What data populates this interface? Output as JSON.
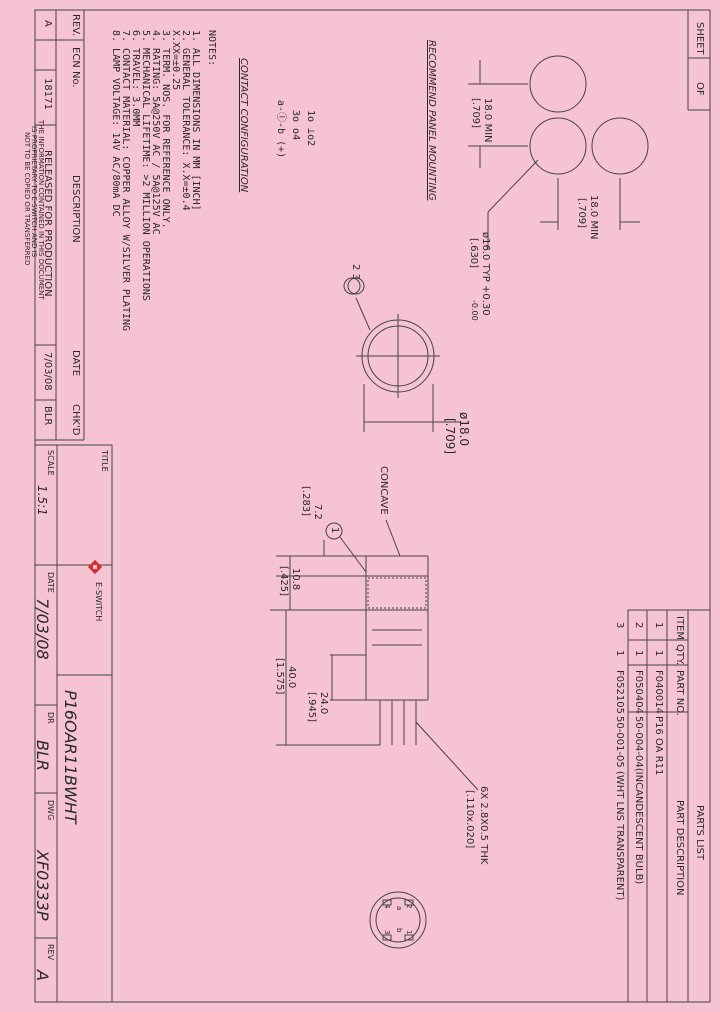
{
  "sheet": {
    "sheet": "SHEET",
    "of": "OF"
  },
  "parts_list": {
    "title": "PARTS LIST",
    "headers": [
      "ITEM",
      "QTY.",
      "PART NO.",
      "PART DESCRIPTION"
    ],
    "rows": [
      {
        "item": "1",
        "qty": "1",
        "part_no": "F040014",
        "desc": "P16 OA R11"
      },
      {
        "item": "2",
        "qty": "1",
        "part_no": "F050404",
        "desc": "50-004-04(INCANDESCENT BULB)"
      },
      {
        "item": "3",
        "qty": "1",
        "part_no": "F052105",
        "desc": "50-001-05 (WHT LNS TRANSPARENT)"
      }
    ]
  },
  "revision_block": {
    "headers": {
      "rev": "REV.",
      "ecn": "ECN No.",
      "desc": "DESCRIPTION",
      "date": "DATE",
      "chkd": "CHK'D"
    },
    "row": {
      "rev": "A",
      "ecn": "18171",
      "desc": "RELEASED FOR PRODUCTION",
      "date": "7/03/08",
      "chkd": "BLR"
    },
    "disclaimer": [
      "THE INFORMATION CONTAINED IN THIS DOCUMENT",
      "IS PROPRIETARY TO E-SWITCH AND IS",
      "NOT TO BE COPIED OR TRANSFERRED"
    ]
  },
  "title_block": {
    "title_label": "TITLE",
    "title": "P16OAR11BWHT",
    "company": "E-SWITCH",
    "scale_label": "SCALE",
    "scale": "1.5:1",
    "date_label": "DATE",
    "date": "7/03/08",
    "dr_label": "DR",
    "dr": "BLR",
    "dwg_label": "DWG",
    "dwg": "XF0333P",
    "rev_label": "REV",
    "rev": "A"
  },
  "notes": {
    "heading": "NOTES:",
    "items": [
      "1.  ALL DIMENSIONS IN MM [INCH]",
      "2.  GENERAL TOLERANCE: X.X=±0.4",
      "                       X.XX=±0.25",
      "3.  TERM. NOS. FOR REFERENCE ONLY.",
      "4.  RATING: 5A@250V AC / 5A@125V AC",
      "5.  MECHANICAL LIFETIME: >2 MILLION OPERATIONS",
      "6.  TRAVEL: 3.0MM",
      "7.  CONTACT MATERIAL: COPPER ALLOY W/SILVER PLATING",
      "8.  LAMP VOLTAGE: 14V AC/80mA DC"
    ]
  },
  "contact_config": {
    "heading": "CONTACT CONFIGURATION",
    "lines": [
      "1o ⊥o2",
      "3o   o4",
      "a-ⓛ-b (+)"
    ]
  },
  "panel_mounting": {
    "heading": "RECOMMEND PANEL MOUNTING",
    "dims": {
      "spacing_v": "18.0 MIN",
      "spacing_v_in": "[.709]",
      "spacing_h": "18.0 MIN",
      "spacing_h_in": "[.709]",
      "hole": "ø16.0 TYP +0.30",
      "hole_tol": "-0.00",
      "hole_in": "[.630]"
    }
  },
  "side_view": {
    "balloon": "1",
    "concave": "CONCAVE",
    "dims": [
      {
        "mm": "7.2",
        "in": "[.283]"
      },
      {
        "mm": "10.8",
        "in": "[.425]"
      },
      {
        "mm": "40.0",
        "in": "[1.575]"
      },
      {
        "mm": "24.0",
        "in": "[.945]"
      }
    ],
    "terminal": "6X 2.8X0.5 THK",
    "terminal_in": "[.110x.020]"
  },
  "top_view": {
    "balloon": "2 3",
    "dia": "ø18.0",
    "dia_in": "[.709]"
  },
  "bottom_view": {
    "labels": [
      "4",
      "a",
      "2",
      "3",
      "b",
      "1"
    ]
  }
}
